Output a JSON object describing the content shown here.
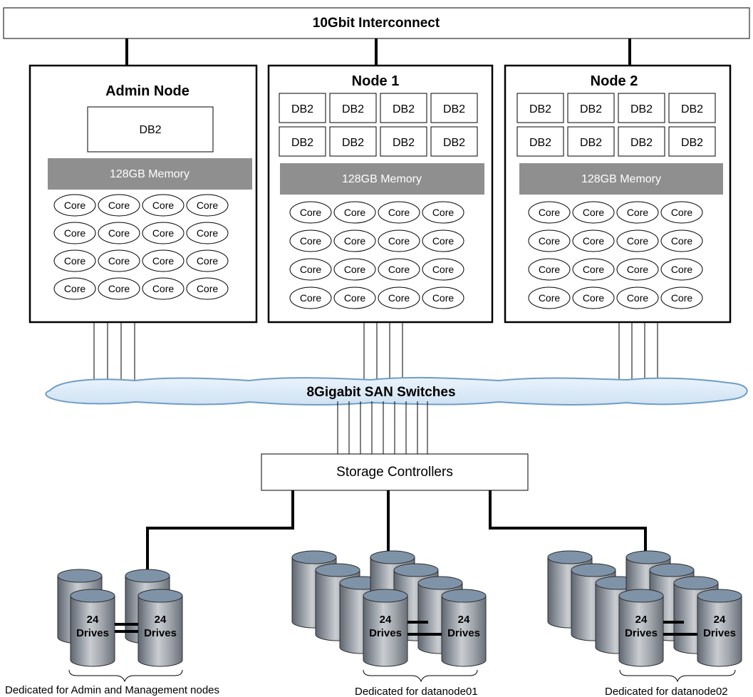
{
  "interconnect": {
    "label": "10Gbit Interconnect"
  },
  "nodes": [
    {
      "title": "Admin Node",
      "db_label": "DB2",
      "db_count": 1,
      "memory_label": "128GB Memory",
      "core_label": "Core",
      "core_count": 16
    },
    {
      "title": "Node 1",
      "db_label": "DB2",
      "db_count": 8,
      "memory_label": "128GB Memory",
      "core_label": "Core",
      "core_count": 16
    },
    {
      "title": "Node 2",
      "db_label": "DB2",
      "db_count": 8,
      "memory_label": "128GB Memory",
      "core_label": "Core",
      "core_count": 16
    }
  ],
  "san": {
    "label": "8Gigabit SAN Switches"
  },
  "storage_controllers": {
    "label": "Storage Controllers"
  },
  "storage_groups": [
    {
      "drive_label_line1": "24",
      "drive_label_line2": "Drives",
      "caption": "Dedicated for Admin and Management nodes"
    },
    {
      "drive_label_line1": "24",
      "drive_label_line2": "Drives",
      "caption": "Dedicated for datanode01"
    },
    {
      "drive_label_line1": "24",
      "drive_label_line2": "Drives",
      "caption": "Dedicated for datanode02"
    }
  ]
}
